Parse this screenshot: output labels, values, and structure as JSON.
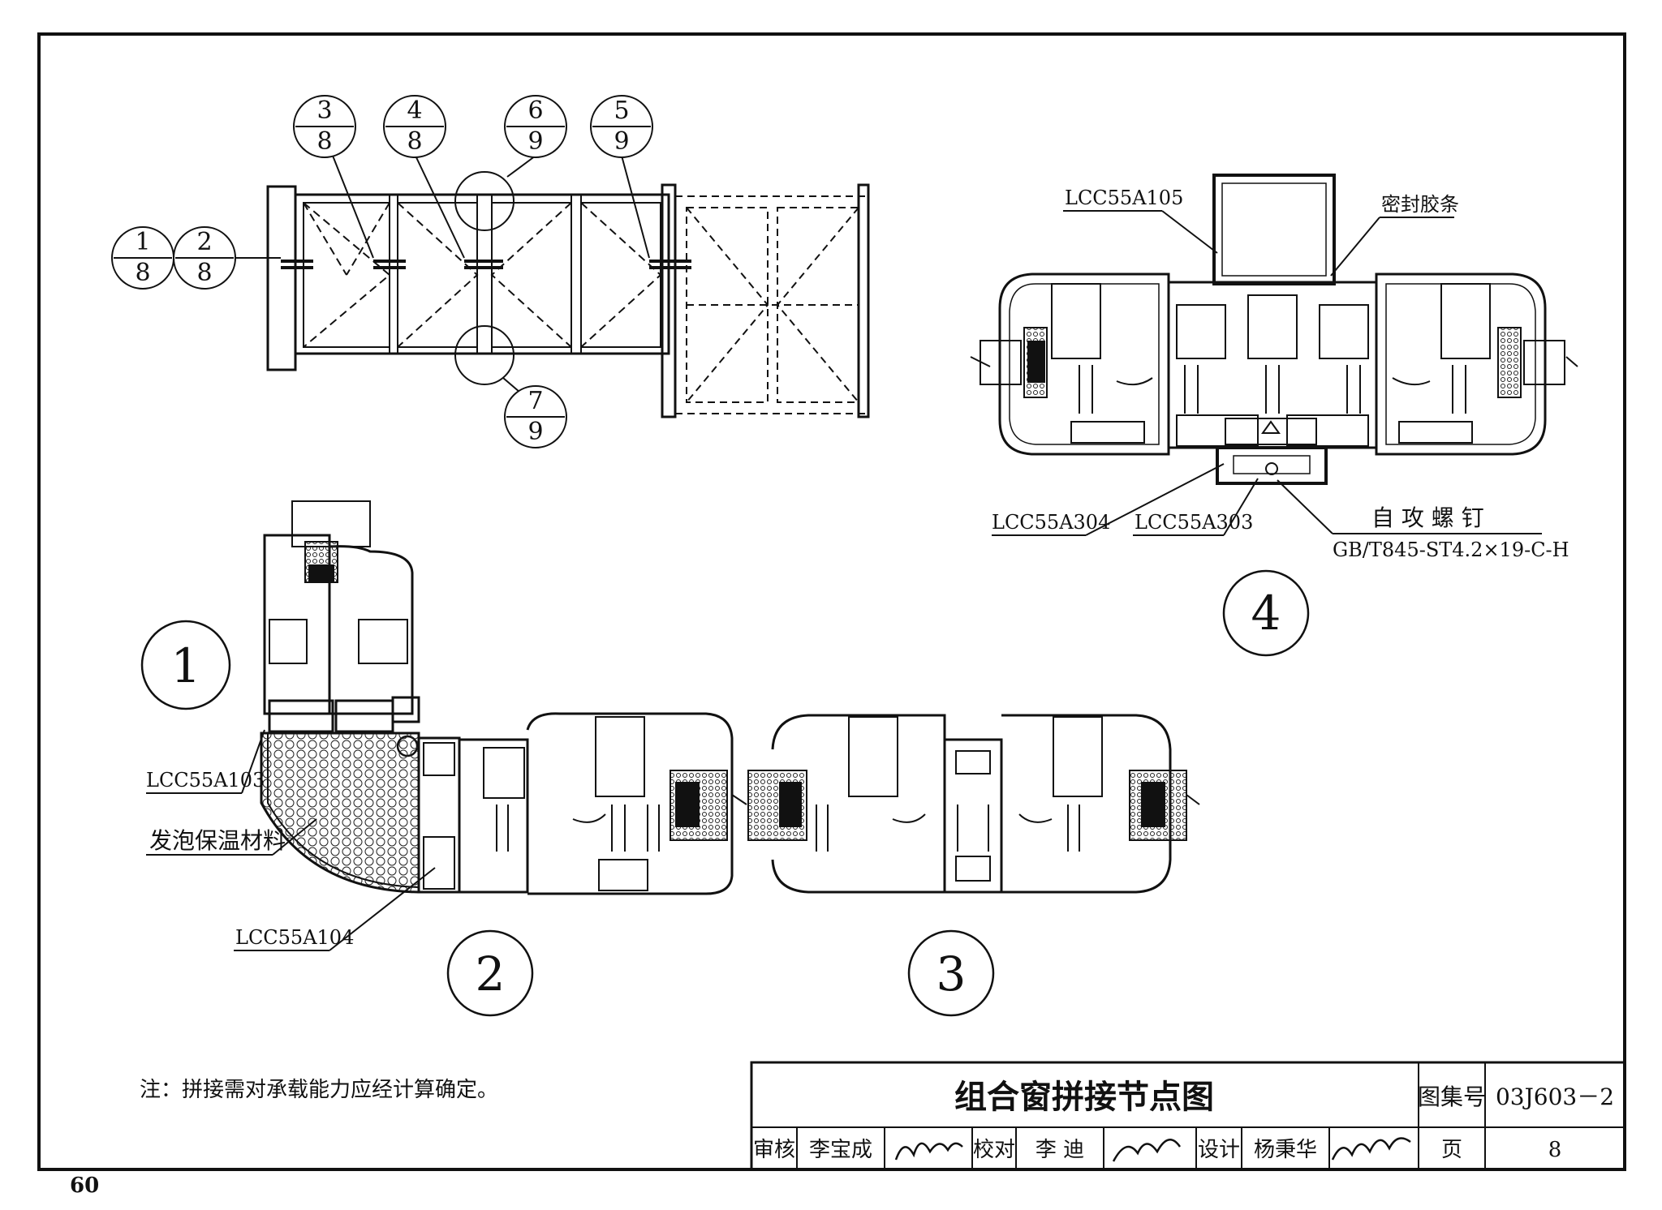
{
  "page_number": "60",
  "details": {
    "detail_1": "1",
    "detail_2": "2",
    "detail_3": "3",
    "detail_4": "4"
  },
  "elevation_callouts": [
    {
      "num": "1",
      "den": "8"
    },
    {
      "num": "2",
      "den": "8"
    },
    {
      "num": "3",
      "den": "8"
    },
    {
      "num": "4",
      "den": "8"
    },
    {
      "num": "6",
      "den": "9"
    },
    {
      "num": "5",
      "den": "9"
    },
    {
      "num": "7",
      "den": "9"
    }
  ],
  "labels": {
    "lcc105": "LCC55A105",
    "seal_strip": "密封胶条",
    "lcc304": "LCC55A304",
    "lcc303": "LCC55A303",
    "screw": "自 攻 螺 钉",
    "screw_spec": "GB/T845-ST4.2×19-C-H",
    "lcc103": "LCC55A103",
    "foam": "发泡保温材料",
    "lcc104": "LCC55A104"
  },
  "note": "注：拼接需对承载能力应经计算确定。",
  "title_block": {
    "title": "组合窗拼接节点图",
    "atlas_label": "图集号",
    "atlas_no": "03J603－2",
    "review_label": "审核",
    "reviewer": "李宝成",
    "check_label": "校对",
    "checker": "李 迪",
    "design_label": "设计",
    "designer": "杨秉华",
    "page_label": "页",
    "page_no": "8"
  }
}
